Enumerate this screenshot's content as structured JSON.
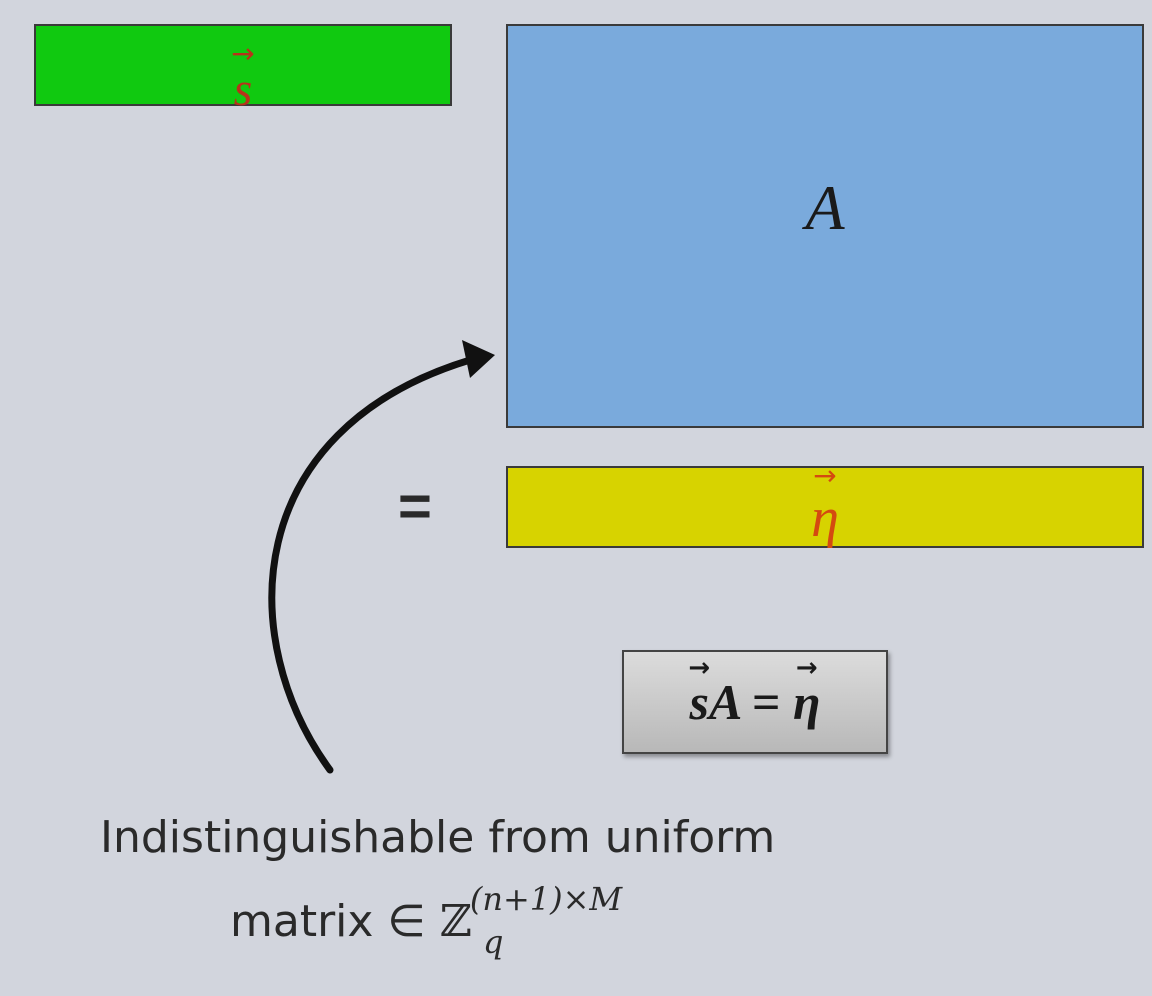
{
  "vector_s": {
    "letter": "s",
    "arrow": "→",
    "color": "#10c910",
    "text_color": "#b8321a"
  },
  "matrix_a": {
    "letter": "A",
    "color": "#7aaadc"
  },
  "vector_eta": {
    "letter": "η",
    "arrow": "→",
    "color": "#d7d300",
    "text_color": "#d44a10"
  },
  "equals_sign": "=",
  "equation": {
    "s": "s",
    "a": "A",
    "eq": "=",
    "eta": "η",
    "arrow": "→"
  },
  "caption": {
    "line1": "Indistinguishable from uniform",
    "line2_prefix": "matrix ∈ ",
    "set_symbol": "ℤ",
    "subscript": "q",
    "superscript": "(n+1)×M"
  },
  "icons": {
    "curved_arrow": "curved-arrow-icon"
  }
}
